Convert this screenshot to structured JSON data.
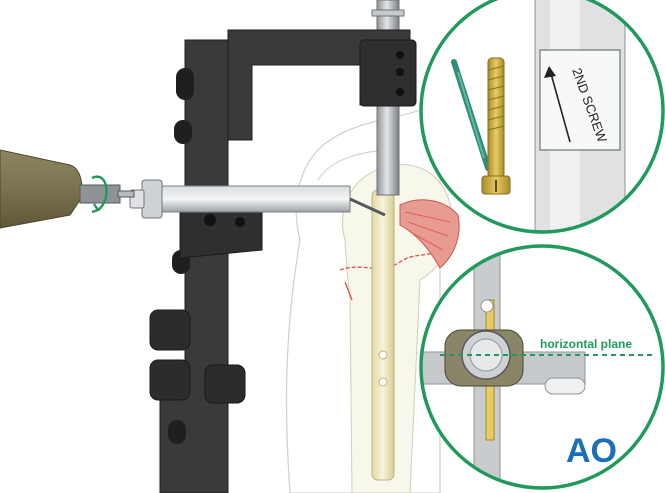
{
  "illustration": {
    "inset_top": {
      "screw_direction_label": "2ND SCREW"
    },
    "inset_bottom": {
      "plane_label": "horizontal plane"
    },
    "logo": {
      "text": "AO"
    }
  },
  "colors": {
    "inset_border": "#1f9a5a",
    "accent_green": "#1f9a5a",
    "frame_dark": "#3a3a3a",
    "logo_blue": "#1b6fb8",
    "drill_handle": "#7a7350",
    "bone_fill": "#f3f0d8",
    "tissue_red": "#d9544a",
    "gold_screw": "#c9a43b",
    "green_wire": "#2e8f77"
  }
}
